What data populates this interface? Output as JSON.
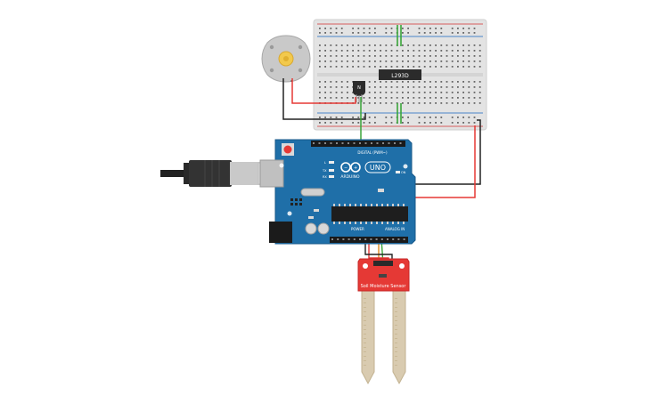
{
  "breadboard": {
    "ic_label": "L293D",
    "transistor_mark": "N",
    "top_rail_colors": [
      "#d32f2f",
      "#1565c0"
    ],
    "bottom_rail_colors": [
      "#1565c0",
      "#d32f2f"
    ]
  },
  "motor": {
    "icon": "dc-motor-icon",
    "shaft_color": "#f2c94c"
  },
  "arduino": {
    "logo_text": "ARDUINO",
    "model": "UNO",
    "digital_label": "DIGITAL (PWM~)",
    "analog_label": "ANALOG IN",
    "power_label": "POWER",
    "led_labels": [
      "L",
      "TX",
      "RX"
    ],
    "on_label": "ON",
    "board_color": "#1f6fa8"
  },
  "usb_cable": {
    "icon": "usb-plug-icon"
  },
  "sensor": {
    "label": "Soil Moisture Sensor",
    "board_color": "#e53935",
    "probe_color": "#d9cbb0"
  },
  "wires": {
    "colors": {
      "red": "#e53935",
      "black": "#222222",
      "green": "#3aa53a",
      "orange": "#e08a1e"
    }
  }
}
